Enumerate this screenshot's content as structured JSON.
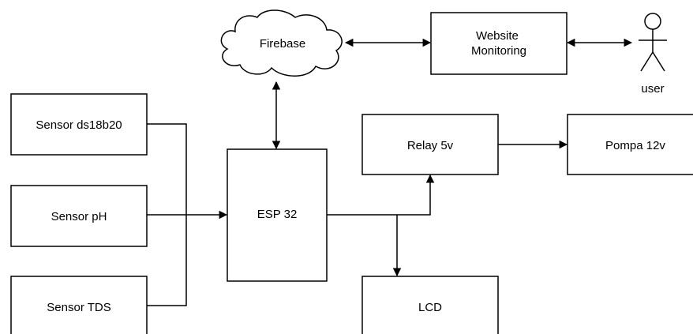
{
  "diagram": {
    "nodes": {
      "firebase": "Firebase",
      "website_line1": "Website",
      "website_line2": "Monitoring",
      "user": "user",
      "sensor_ds18b20": "Sensor ds18b20",
      "sensor_ph": "Sensor pH",
      "sensor_tds": "Sensor TDS",
      "esp32": "ESP 32",
      "relay": "Relay 5v",
      "pompa": "Pompa 12v",
      "lcd": "LCD"
    },
    "connections": [
      {
        "from": "Firebase",
        "to": "Website Monitoring",
        "direction": "both"
      },
      {
        "from": "Website Monitoring",
        "to": "user",
        "direction": "both"
      },
      {
        "from": "Firebase",
        "to": "ESP 32",
        "direction": "both"
      },
      {
        "from": "Sensor ds18b20",
        "to": "ESP 32",
        "direction": "forward"
      },
      {
        "from": "Sensor pH",
        "to": "ESP 32",
        "direction": "forward"
      },
      {
        "from": "Sensor TDS",
        "to": "ESP 32",
        "direction": "forward"
      },
      {
        "from": "ESP 32",
        "to": "Relay 5v",
        "direction": "forward"
      },
      {
        "from": "ESP 32",
        "to": "LCD",
        "direction": "forward"
      },
      {
        "from": "Relay 5v",
        "to": "Pompa 12v",
        "direction": "forward"
      }
    ]
  }
}
